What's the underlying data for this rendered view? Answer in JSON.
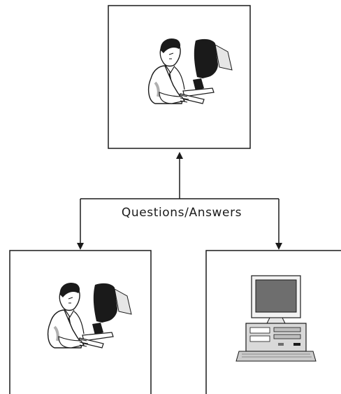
{
  "diagram": {
    "edge_label": "Questions/Answers",
    "nodes": [
      {
        "id": "interrogator",
        "icon": "person-at-computer-icon"
      },
      {
        "id": "human-respondent",
        "icon": "person-at-computer-icon"
      },
      {
        "id": "machine-respondent",
        "icon": "desktop-computer-icon"
      }
    ],
    "colors": {
      "stroke": "#1a1a1a",
      "screen_gray": "#6e6e6e",
      "case_gray": "#d9d9d9"
    }
  }
}
